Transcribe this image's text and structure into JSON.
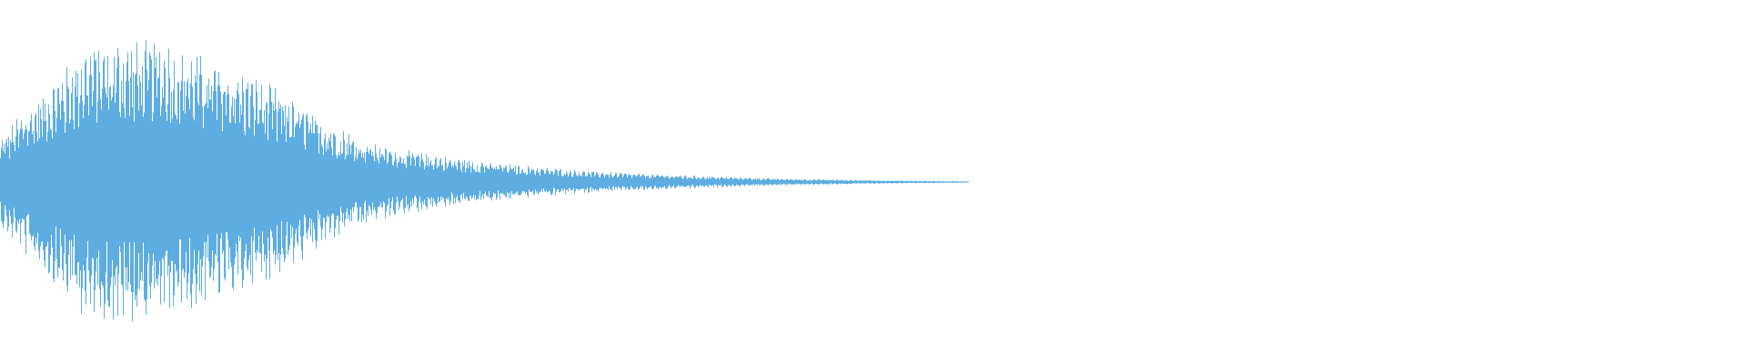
{
  "waveform": {
    "color": "#5dade2",
    "background": "#ffffff",
    "duration_fraction": 0.56,
    "peak_amplitude": 0.95,
    "envelope": [
      {
        "t": 0.0,
        "a": 0.3
      },
      {
        "t": 0.02,
        "a": 0.55
      },
      {
        "t": 0.05,
        "a": 0.92
      },
      {
        "t": 0.09,
        "a": 0.95
      },
      {
        "t": 0.13,
        "a": 0.78
      },
      {
        "t": 0.16,
        "a": 0.62
      },
      {
        "t": 0.19,
        "a": 0.38
      },
      {
        "t": 0.22,
        "a": 0.24
      },
      {
        "t": 0.26,
        "a": 0.16
      },
      {
        "t": 0.3,
        "a": 0.11
      },
      {
        "t": 0.34,
        "a": 0.07
      },
      {
        "t": 0.39,
        "a": 0.045
      },
      {
        "t": 0.44,
        "a": 0.025
      },
      {
        "t": 0.5,
        "a": 0.012
      },
      {
        "t": 0.56,
        "a": 0.004
      }
    ]
  }
}
